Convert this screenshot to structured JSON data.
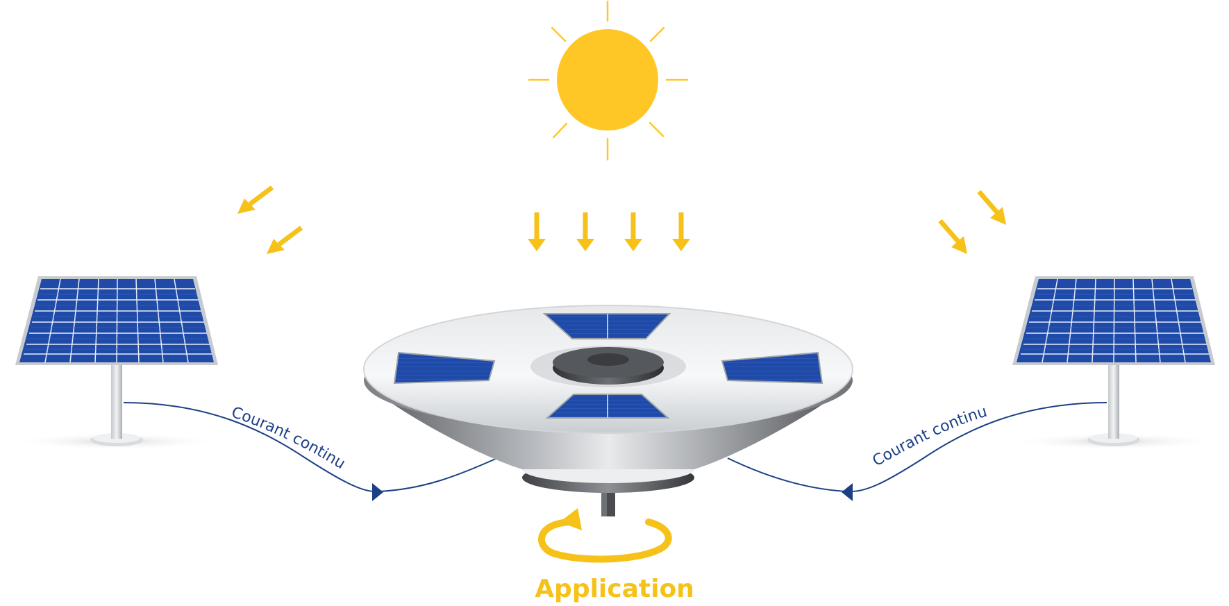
{
  "labels": {
    "current_left": "Courant continu",
    "current_right": "Courant continu",
    "application": "Application"
  },
  "colors": {
    "sun": "#ffc726",
    "arrow": "#f6c21a",
    "wire": "#1c3f85",
    "panel_blue": "#1f4aa8",
    "metal": "#bfc3c7"
  },
  "icons": {
    "sun": "sun-icon",
    "solar_panel": "solar-panel-icon",
    "rotation": "rotation-arrow-icon",
    "motor": "motor-icon"
  }
}
